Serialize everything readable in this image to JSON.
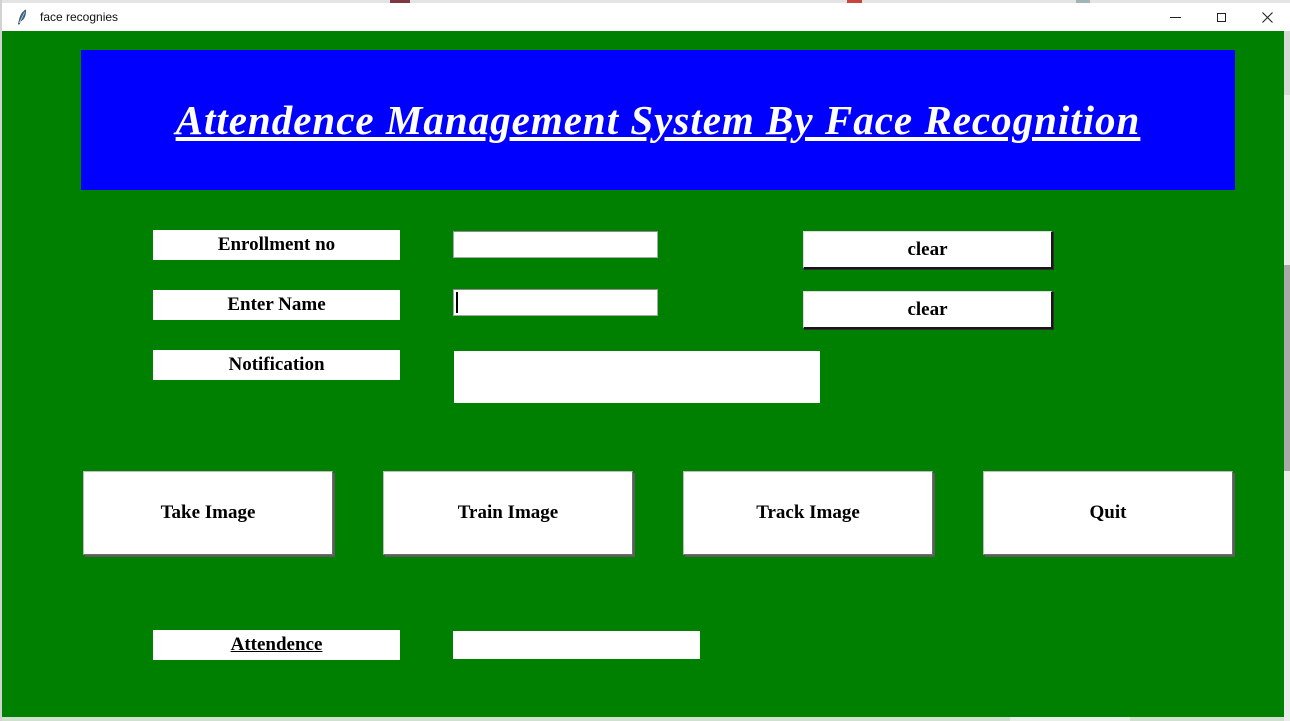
{
  "window": {
    "title": "face recognies",
    "app_icon": "python-feather-icon",
    "controls": {
      "minimize": "minimize",
      "maximize": "maximize",
      "close": "close"
    }
  },
  "colors": {
    "background": "#008000",
    "banner_bg": "#0000FF",
    "banner_text": "#FFFFFF",
    "plate_bg": "#FFFFFF",
    "text": "#000000"
  },
  "banner": {
    "title": "Attendence Management System By Face Recognition"
  },
  "form": {
    "enrollment": {
      "label": "Enrollment no",
      "value": "",
      "clear_label": "clear"
    },
    "name": {
      "label": "Enter Name",
      "value": "",
      "clear_label": "clear"
    },
    "notification": {
      "label": "Notification",
      "value": ""
    }
  },
  "actions": {
    "take": {
      "label": "Take Image"
    },
    "train": {
      "label": "Train Image"
    },
    "track": {
      "label": "Track Image"
    },
    "quit": {
      "label": "Quit"
    }
  },
  "attendance": {
    "label": "Attendence",
    "value": ""
  }
}
